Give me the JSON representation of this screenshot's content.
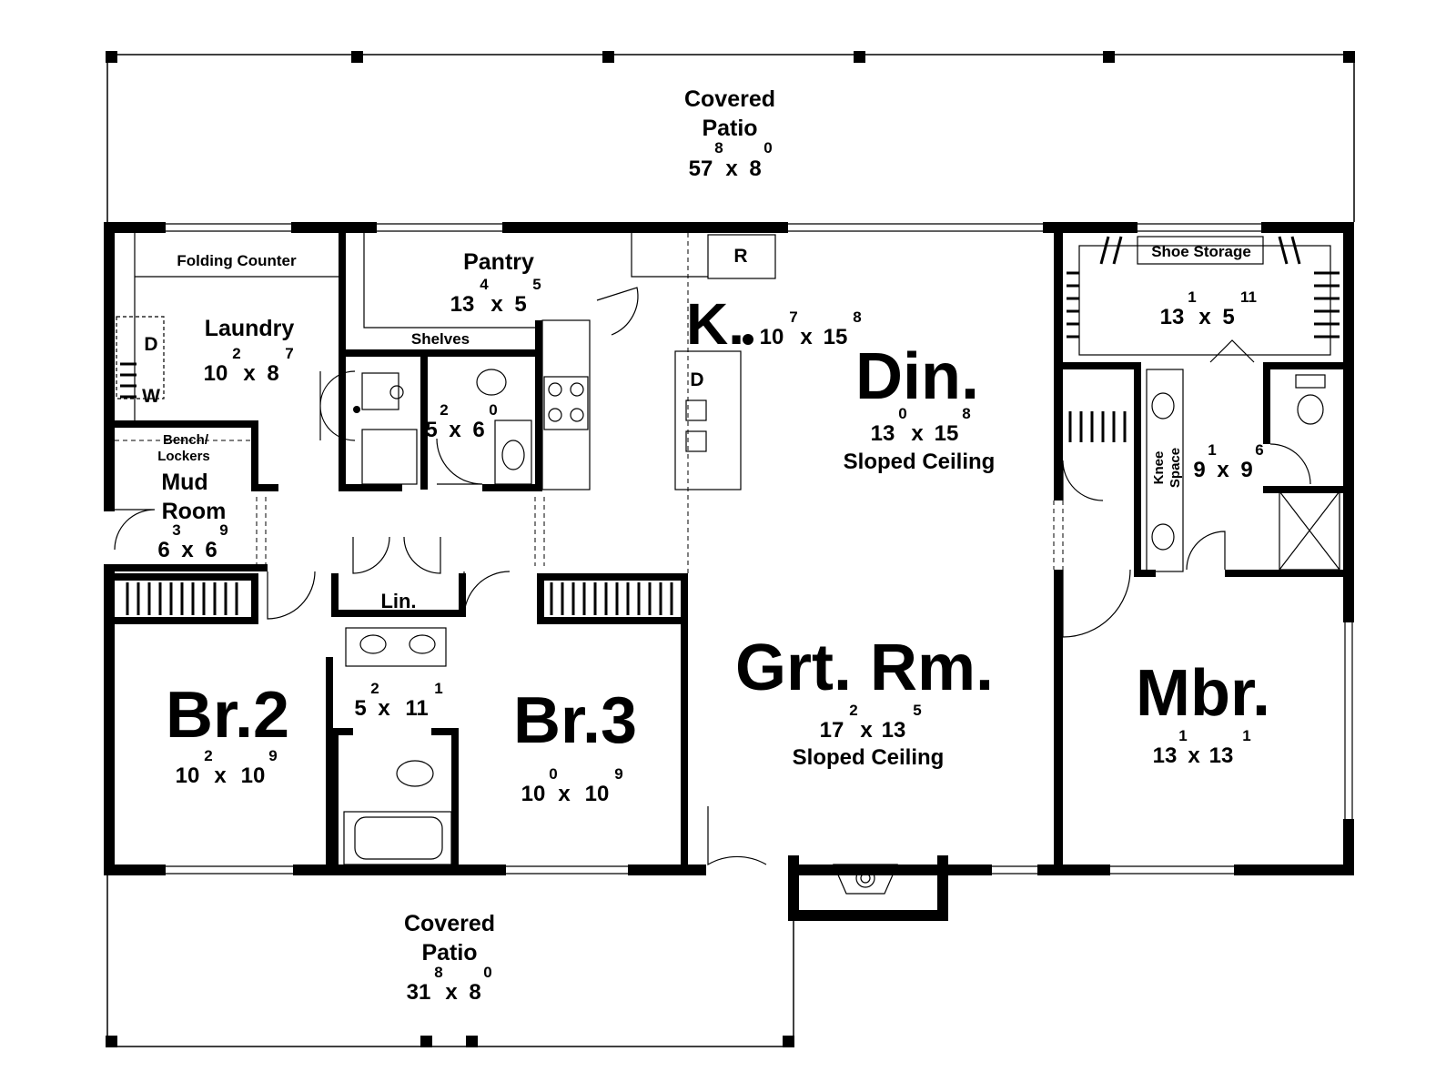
{
  "rooms": {
    "patio_top": {
      "name_line1": "Covered",
      "name_line2": "Patio",
      "dim_a": "57",
      "dim_a_sup": "8",
      "dim_b": "8",
      "dim_b_sup": "0"
    },
    "patio_bottom": {
      "name_line1": "Covered",
      "name_line2": "Patio",
      "dim_a": "31",
      "dim_a_sup": "8",
      "dim_b": "8",
      "dim_b_sup": "0"
    },
    "laundry": {
      "name": "Laundry",
      "dim_a": "10",
      "dim_a_sup": "2",
      "dim_b": "8",
      "dim_b_sup": "7"
    },
    "pantry": {
      "name": "Pantry",
      "dim_a": "13",
      "dim_a_sup": "4",
      "dim_b": "5",
      "dim_b_sup": "5"
    },
    "powder": {
      "dim_a": "5",
      "dim_a_sup": "2",
      "dim_b": "6",
      "dim_b_sup": "0"
    },
    "mud_room": {
      "name_line1": "Mud",
      "name_line2": "Room",
      "dim_a": "6",
      "dim_a_sup": "3",
      "dim_b": "6",
      "dim_b_sup": "9"
    },
    "kitchen": {
      "name": "K.",
      "dim_a": "10",
      "dim_a_sup": "7",
      "dim_b": "15",
      "dim_b_sup": "8"
    },
    "dining": {
      "name": "Din.",
      "dim_a": "13",
      "dim_a_sup": "0",
      "dim_b": "15",
      "dim_b_sup": "8",
      "note": "Sloped Ceiling"
    },
    "great_room": {
      "name": "Grt. Rm.",
      "dim_a": "17",
      "dim_a_sup": "2",
      "dim_b": "13",
      "dim_b_sup": "5",
      "note": "Sloped Ceiling"
    },
    "closet_master": {
      "dim_a": "13",
      "dim_a_sup": "1",
      "dim_b": "5",
      "dim_b_sup": "11"
    },
    "master_bath": {
      "dim_a": "9",
      "dim_a_sup": "1",
      "dim_b": "9",
      "dim_b_sup": "6"
    },
    "master": {
      "name": "Mbr.",
      "dim_a": "13",
      "dim_a_sup": "1",
      "dim_b": "13",
      "dim_b_sup": "1"
    },
    "br2": {
      "name": "Br.2",
      "dim_a": "10",
      "dim_a_sup": "2",
      "dim_b": "10",
      "dim_b_sup": "9"
    },
    "br3": {
      "name": "Br.3",
      "dim_a": "10",
      "dim_a_sup": "0",
      "dim_b": "10",
      "dim_b_sup": "9"
    },
    "hall_bath": {
      "dim_a": "5",
      "dim_a_sup": "2",
      "dim_b": "11",
      "dim_b_sup": "1"
    }
  },
  "labels": {
    "folding_counter": "Folding Counter",
    "shelves": "Shelves",
    "bench_line1": "Bench/",
    "bench_line2": "Lockers",
    "shoe_storage": "Shoe Storage",
    "linen": "Lin.",
    "knee_line1": "Knee",
    "knee_line2": "Space",
    "dryer": "D",
    "washer": "W",
    "dishwasher": "D",
    "refrigerator": "R",
    "times": "x"
  }
}
